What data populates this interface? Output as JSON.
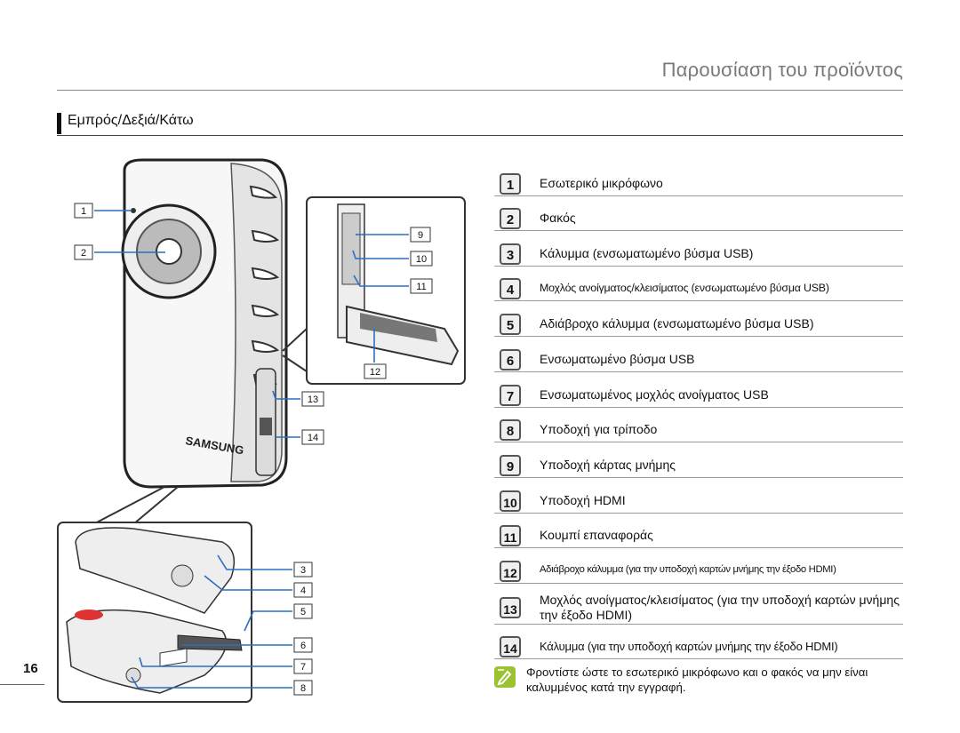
{
  "header": {
    "title": "Παρουσίαση του προϊόντος"
  },
  "section": {
    "title": "Εμπρός/Δεξιά/Κάτω"
  },
  "figure": {
    "brand": "SAMSUNG",
    "callouts": [
      "1",
      "2",
      "3",
      "4",
      "5",
      "6",
      "7",
      "8",
      "9",
      "10",
      "11",
      "12",
      "13",
      "14"
    ]
  },
  "parts": [
    {
      "num": "1",
      "label": "Εσωτερικό μικρόφωνο"
    },
    {
      "num": "2",
      "label": "Φακός"
    },
    {
      "num": "3",
      "label": "Κάλυμμα (ενσωματωμένο βύσμα USB)"
    },
    {
      "num": "4",
      "label": "Μοχλός ανοίγματος/κλεισίματος (ενσωματωμένο βύσμα USB)"
    },
    {
      "num": "5",
      "label": "Αδιάβροχο κάλυμμα (ενσωματωμένο βύσμα USB)"
    },
    {
      "num": "6",
      "label": "Ενσωματωμένο βύσμα USB"
    },
    {
      "num": "7",
      "label": "Ενσωματωμένος μοχλός ανοίγματος USB"
    },
    {
      "num": "8",
      "label": "Υποδοχή για τρίποδο"
    },
    {
      "num": "9",
      "label": "Υποδοχή κάρτας μνήμης"
    },
    {
      "num": "10",
      "label": "Υποδοχή HDMI"
    },
    {
      "num": "11",
      "label": "Κουμπί επαναφοράς"
    },
    {
      "num": "12",
      "label": "Αδιάβροχο κάλυμμα (για την υποδοχή καρτών μνήμης την έξοδο HDMI)"
    },
    {
      "num": "13",
      "label": "Μοχλός ανοίγματος/κλεισίματος (για την υποδοχή καρτών μνήμης την έξοδο HDMI)"
    },
    {
      "num": "14",
      "label": "Κάλυμμα (για την υποδοχή καρτών μνήμης την έξοδο HDMI)"
    }
  ],
  "note": {
    "icon": "note-pencil-icon",
    "text": "Φροντίστε ώστε το εσωτερικό μικρόφωνο και ο φακός να μην είναι καλυμμένος κατά την εγγραφή."
  },
  "footer": {
    "page_number": "16"
  }
}
